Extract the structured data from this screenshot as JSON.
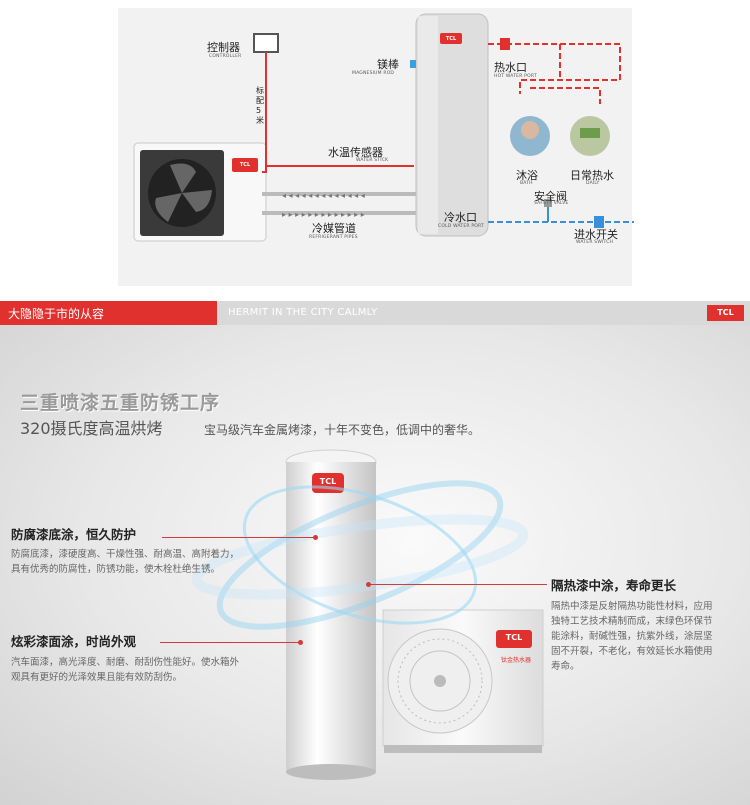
{
  "diagram": {
    "controller": {
      "cn": "控制器",
      "en": "CONTROLLER"
    },
    "cable": {
      "cn": "标配5米"
    },
    "magnesium": {
      "cn": "镁棒",
      "en": "MAGNESIUM ROD"
    },
    "hot_port": {
      "cn": "热水口",
      "en": "HOT WATER PORT"
    },
    "bath": {
      "cn": "沐浴",
      "en": "BATH"
    },
    "daily": {
      "cn": "日常热水",
      "en": "DAILY"
    },
    "sensor": {
      "cn": "水温传感器",
      "en": "WATER STICK"
    },
    "safety": {
      "cn": "安全阀",
      "en": "SAFETY VALVE"
    },
    "cold_port": {
      "cn": "冷水口",
      "en": "COLD WATER PORT"
    },
    "inlet": {
      "cn": "进水开关",
      "en": "WATER SWITCH"
    },
    "refrigerant": {
      "cn": "冷媒管道",
      "en": "REFRIGERANT PIPES"
    },
    "brand": "TCL"
  },
  "banner": {
    "cn": "大隐隐于市的从容",
    "en": "HERMIT IN THE CITY CALMLY",
    "logo": "TCL"
  },
  "product": {
    "headline": "三重喷漆五重防锈工序",
    "subline": "320摄氏度高温烘烤",
    "subline2": "宝马级汽车金属烤漆，十年不变色，低调中的奢华。",
    "tank_logo": "TCL",
    "unit_logo": "TCL",
    "unit_sub": "钛金热水器",
    "features": {
      "f1": {
        "title": "防腐漆底涂，恒久防护",
        "line1": "防腐底漆，漆硬度高、干燥性强、耐高温、高附着力，",
        "line2": "具有优秀的防腐性，防锈功能，使木栓杜绝生锈。"
      },
      "f2": {
        "title": "炫彩漆面涂，时尚外观",
        "line1": "汽车面漆，高光泽度、耐磨、耐刮伤性能好。使水箱外",
        "line2": "观具有更好的光泽效果且能有效防刮伤。"
      },
      "f3": {
        "title": "隔热漆中涂，寿命更长",
        "line1": "隔热中漆是反射隔热功能性材料，应用",
        "line2": "独特工艺技术精制而成，末绿色环保节",
        "line3": "能涂料，耐碱性强，抗紫外线，涂层坚",
        "line4": "固不开裂，不老化，有效延长水箱使用",
        "line5": "寿命。"
      }
    }
  }
}
